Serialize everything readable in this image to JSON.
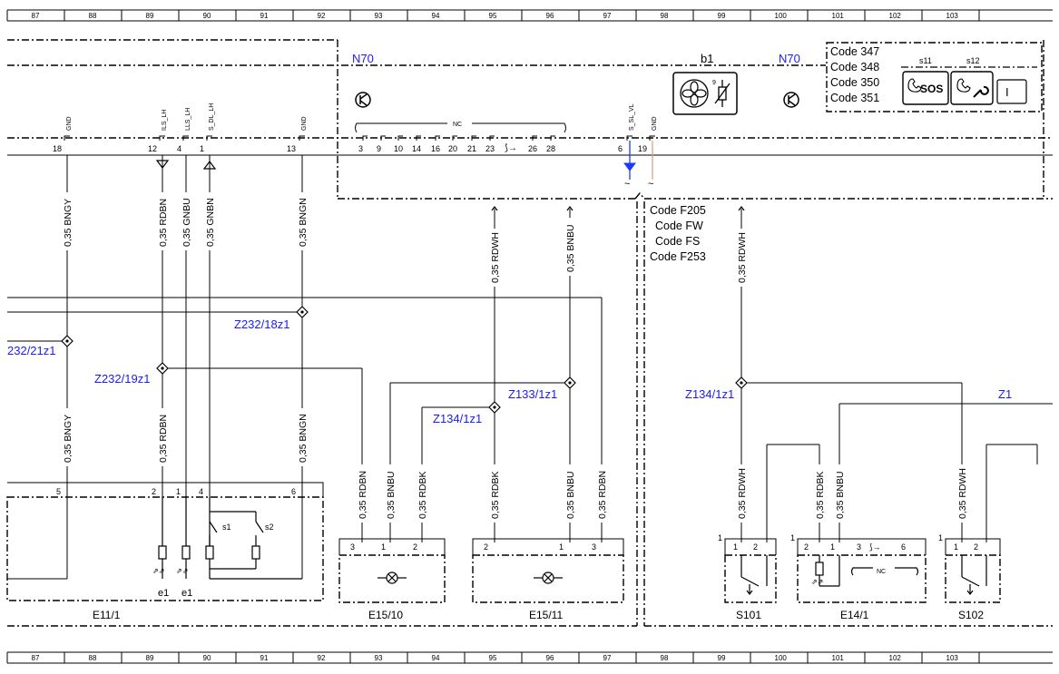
{
  "grid": {
    "numbers": [
      "87",
      "88",
      "89",
      "90",
      "91",
      "92",
      "93",
      "94",
      "95",
      "96",
      "97",
      "98",
      "99",
      "100",
      "101",
      "102",
      "103"
    ]
  },
  "n70": {
    "label_left": "N70",
    "label_right": "N70",
    "b1_label": "b1",
    "nc_label": "NC",
    "pins_nc": [
      "3",
      "9",
      "10",
      "14",
      "16",
      "20",
      "21",
      "23",
      "26",
      "28"
    ],
    "pin_6": "6",
    "pin_19": "19",
    "sig_ssslvl": "S_SL_VL",
    "sig_gnd_right": "GND"
  },
  "codes_top": [
    "Code 347",
    "Code 348",
    "Code 350",
    "Code 351"
  ],
  "switch_labels": {
    "s11": "s11",
    "s12": "s12",
    "sos_text": "SOS"
  },
  "codes_mid": [
    "Code F205",
    "Code FW",
    "Code FS",
    "Code F253"
  ],
  "connector_top": {
    "signals": [
      "GND",
      "ILS_LH",
      "LLS_LH",
      "S_DL_LH",
      "GND"
    ],
    "pins": [
      "18",
      "12",
      "4",
      "1",
      "13"
    ]
  },
  "wires": {
    "bngy": "0,35 BNGY",
    "rdbn": "0,35 RDBN",
    "gnbu": "0,35 GNBU",
    "gnbn": "0,35 GNBN",
    "bngn": "0,35 BNGN",
    "rdwh": "0,35 RDWH",
    "bnbu": "0,35 BNBU",
    "rdbk": "0,35 RDBK"
  },
  "splices": {
    "z232_18": "Z232/18z1",
    "z232_21": "232/21z1",
    "z232_19": "Z232/19z1",
    "z133": "Z133/1z1",
    "z134_a": "Z134/1z1",
    "z134_b": "Z134/1z1",
    "z1": "Z1"
  },
  "components": {
    "e11": {
      "label": "E11/1",
      "pins": [
        "5",
        "2",
        "1",
        "4",
        "6"
      ],
      "s1": "s1",
      "s2": "s2",
      "e1a": "e1",
      "e1b": "e1"
    },
    "e15_10": {
      "label": "E15/10",
      "pins": [
        "3",
        "1",
        "2"
      ]
    },
    "e15_11": {
      "label": "E15/11",
      "pins": [
        "2",
        "1",
        "3"
      ]
    },
    "s101": {
      "label": "S101",
      "pins": [
        "1",
        "2"
      ],
      "outer": "1"
    },
    "e14": {
      "label": "E14/1",
      "pins": [
        "2",
        "1",
        "3",
        "6"
      ],
      "outer": "1",
      "nc": "NC"
    },
    "s102": {
      "label": "S102",
      "pins": [
        "1",
        "2"
      ],
      "outer": "1"
    }
  }
}
